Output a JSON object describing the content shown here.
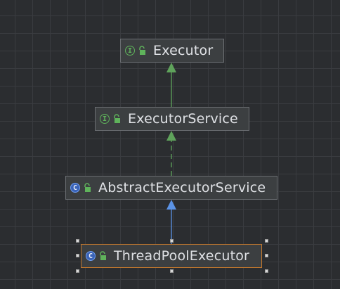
{
  "diagram": {
    "nodes": [
      {
        "id": "executor",
        "name": "Executor",
        "kind": "interface",
        "badge": "I",
        "access": "public"
      },
      {
        "id": "executor-service",
        "name": "ExecutorService",
        "kind": "interface",
        "badge": "I",
        "access": "public"
      },
      {
        "id": "abstract-executor-service",
        "name": "AbstractExecutorService",
        "kind": "abstract class",
        "badge": "C",
        "access": "public"
      },
      {
        "id": "thread-pool-executor",
        "name": "ThreadPoolExecutor",
        "kind": "class",
        "badge": "C",
        "access": "public",
        "selected": true
      }
    ],
    "edges": [
      {
        "from": "executor-service",
        "to": "executor",
        "type": "extends",
        "color": "#5fa35b",
        "style": "solid"
      },
      {
        "from": "abstract-executor-service",
        "to": "executor-service",
        "type": "implements",
        "color": "#5fa35b",
        "style": "dashed"
      },
      {
        "from": "thread-pool-executor",
        "to": "abstract-executor-service",
        "type": "extends",
        "color": "#5b93e6",
        "style": "solid"
      }
    ],
    "colors": {
      "background": "#2b2d30",
      "grid": "#3a3c40",
      "node_fill": "#3c3f41",
      "node_border": "#6b6e72",
      "selected_border": "#c0772e",
      "interface_badge": "#5fb35b",
      "class_badge": "#3a63b8",
      "lock_icon": "#5fb35b"
    }
  }
}
